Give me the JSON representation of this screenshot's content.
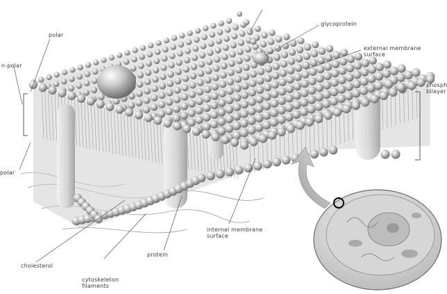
{
  "labels": {
    "glycoprotein": "glycoprotein",
    "polar_top": "polar",
    "nonpolar": "n-polar",
    "polar_bottom": "polar",
    "external_surface": "external membrane\nsurface",
    "phospholipid_bilayer": "phospholipid\nbilayer",
    "internal_surface": "internal membrane\nsurface",
    "cholesterol": "cholesterol",
    "protein": "protein",
    "cytoskeleton": "cytoskeleton\nfilaments"
  },
  "colors": {
    "head": "#c8c8c8",
    "head_shadow": "#7d7d7d",
    "tail": "#b9b9b9",
    "protein": "#dcdcdc",
    "leader_line": "#555555",
    "cell_outline": "#5a5a5a",
    "highlight_ring": "#111111"
  },
  "icons": {
    "arrow": "curved-arrow-icon"
  }
}
